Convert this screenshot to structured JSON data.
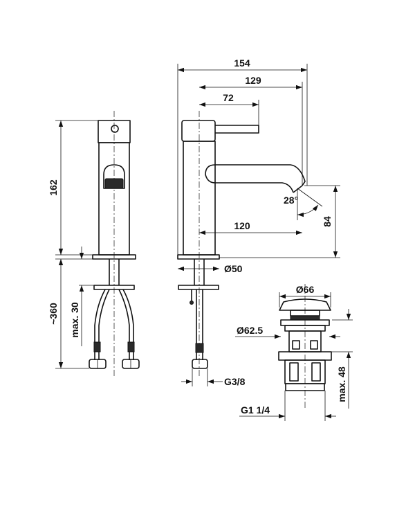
{
  "dimensions": {
    "overall_projection": "154",
    "spout_reach": "129",
    "lever_reach": "72",
    "spout_length": "120",
    "total_height": "162",
    "outlet_height": "84",
    "spout_angle": "28°",
    "base_diameter": "Ø50",
    "hose_length": "~360",
    "max_thickness": "max. 30",
    "hose_thread": "G3/8",
    "waste_cap_diameter": "Ø66",
    "waste_flange_diameter": "Ø62.5",
    "waste_max_depth": "max. 48",
    "waste_thread": "G1 1/4"
  }
}
